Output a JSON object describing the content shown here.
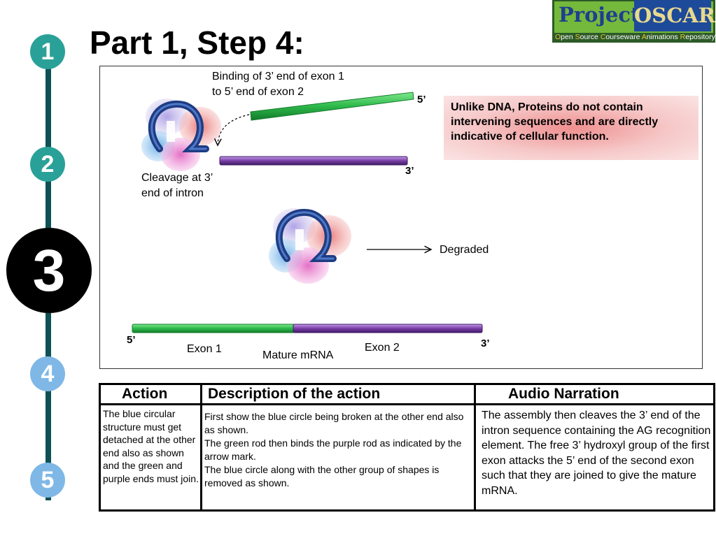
{
  "title": "Part 1, Step 4:",
  "logo": {
    "word1": "Project",
    "word2": "OSCAR",
    "subtitle_parts": [
      "O",
      "pen ",
      "S",
      "ource ",
      "C",
      "ourseware ",
      "A",
      "nimations ",
      "R",
      "epository"
    ]
  },
  "steps": [
    {
      "num": "1",
      "color": "#2aa198"
    },
    {
      "num": "2",
      "color": "#2aa198"
    },
    {
      "num": "3",
      "color": "#000000"
    },
    {
      "num": "4",
      "color": "#7fb8e6"
    },
    {
      "num": "5",
      "color": "#7fb8e6"
    }
  ],
  "diagram": {
    "binding_label_1": "Binding of 3’ end of exon 1",
    "binding_label_2": "to 5’ end of exon 2",
    "five_prime_top": "5’",
    "three_prime_mid": "3’",
    "cleavage_label_1": "Cleavage at 3’",
    "cleavage_label_2": "end of intron",
    "degraded_label": "Degraded",
    "five_prime_bottom": "5’",
    "three_prime_bottom": "3’",
    "exon1_label": "Exon 1",
    "exon2_label": "Exon 2",
    "mature_label": "Mature mRNA",
    "note_text": "Unlike DNA, Proteins do not contain intervening sequences and are directly indicative of cellular function."
  },
  "table": {
    "headers": [
      "Action",
      "Description of the action",
      "Audio Narration"
    ],
    "action_text": "The blue circular structure must get detached at the other end also as shown and the green and purple ends must join.",
    "description_lines": [
      "First show the blue circle being broken at the other end also as shown.",
      "The green rod then binds the purple rod as indicated by the arrow mark.",
      "The blue circle along with the other group of shapes is removed as shown."
    ],
    "narration_text": "The assembly then cleaves the 3’ end of the intron sequence containing the AG recognition element. The free 3’ hydroxyl group of the first exon attacks the 5’ end of the second exon such that they are joined to give the mature mRNA."
  },
  "colors": {
    "green_rod": "#2db84a",
    "purple_rod": "#7a3fa6",
    "step_line": "#0e5155",
    "blue_ring": "#1e3c82"
  }
}
